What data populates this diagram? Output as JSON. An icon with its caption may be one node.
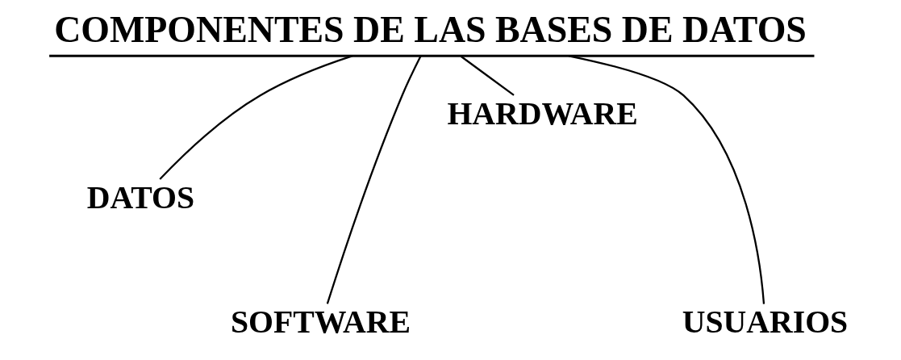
{
  "diagram": {
    "nodes": [
      {
        "text": [
          "COMPONENTES DE LAS BASES DE DATOS"
        ]
      },
      {
        "text": [
          "DATOS"
        ]
      },
      {
        "text": [
          "SOFTWARE"
        ]
      },
      {
        "text": [
          "HARDWARE"
        ]
      },
      {
        "text": [
          "USUARIOS"
        ]
      }
    ],
    "edges": [
      {
        "from": 0,
        "to": 1,
        "arrow": "none"
      },
      {
        "from": 0,
        "to": 2,
        "arrow": "none"
      },
      {
        "from": 0,
        "to": 3,
        "arrow": "none"
      },
      {
        "from": 0,
        "to": 4,
        "arrow": "none"
      }
    ]
  }
}
